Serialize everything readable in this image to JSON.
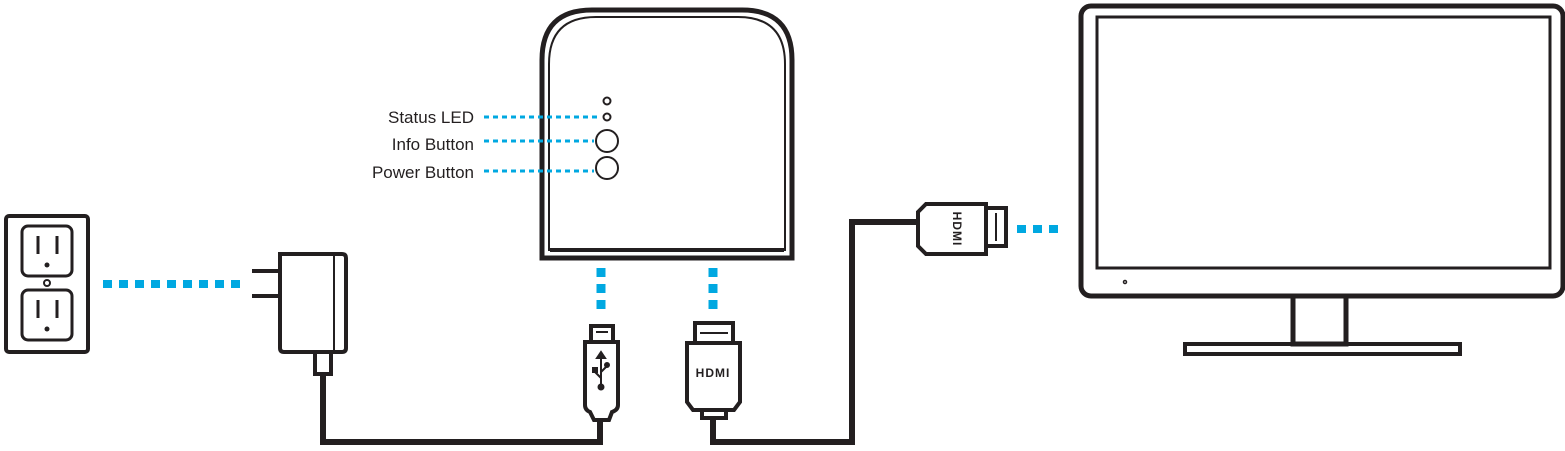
{
  "device_labels": {
    "status_led": "Status LED",
    "info_button": "Info Button",
    "power_button": "Power Button"
  },
  "connector_labels": {
    "hdmi_bottom": "HDMI",
    "hdmi_top": "HDMI"
  },
  "icons": [
    "wall-outlet-icon",
    "power-adapter-icon",
    "streaming-device-icon",
    "usb-icon",
    "hdmi-plug-icon",
    "tv-monitor-icon"
  ],
  "colors": {
    "line": "#231f20",
    "connector": "#00a8e1",
    "background": "#ffffff"
  }
}
